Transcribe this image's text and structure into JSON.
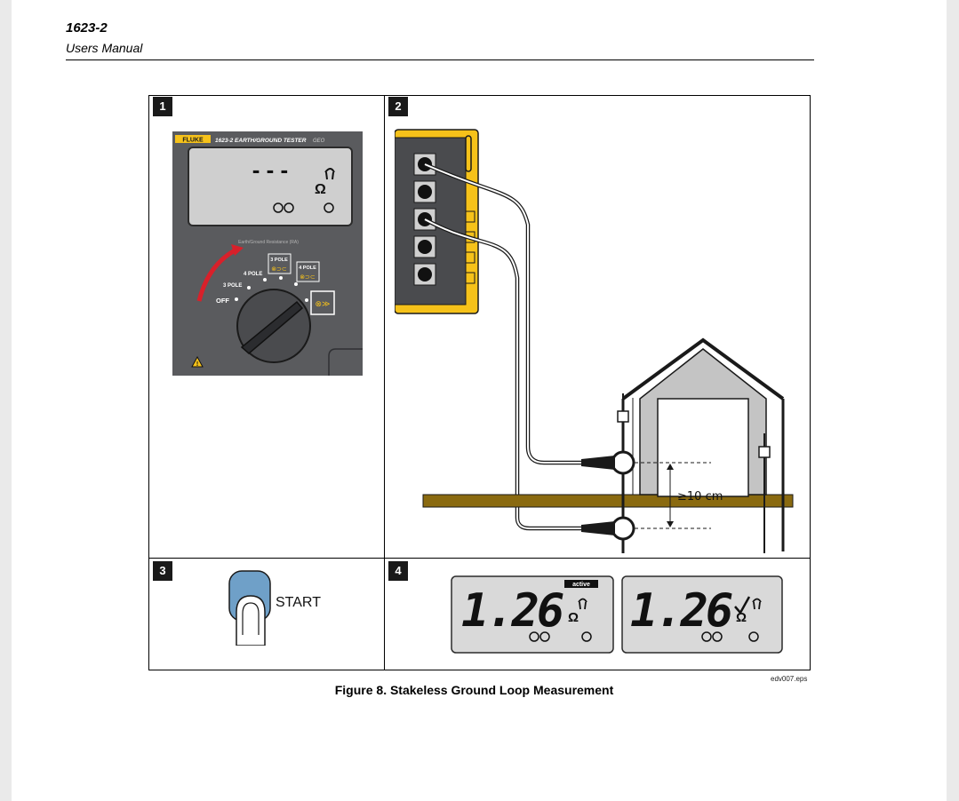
{
  "header": {
    "model": "1623-2",
    "subtitle": "Users Manual"
  },
  "figure": {
    "panels": [
      "1",
      "2",
      "3",
      "4"
    ],
    "caption": "Figure 8. Stakeless Ground Loop Measurement",
    "file_label": "edv007.eps",
    "tester": {
      "brand": "FLUKE",
      "title": "1623-2 EARTH/GROUND TESTER",
      "title_suffix": "GEO",
      "display_text": "- - -",
      "dial_caption": "Earth/Ground Resistance (RA)",
      "dial_positions": [
        "OFF",
        "3 POLE",
        "4 POLE",
        "3 POLE",
        "4 POLE"
      ],
      "omega": "Ω"
    },
    "distance_label": "≥10 cm",
    "start_label": "START",
    "readings": [
      {
        "value": "1.26",
        "badge": "active"
      },
      {
        "value": "1.26",
        "badge": ""
      }
    ]
  },
  "colors": {
    "fluke_yellow": "#f6c21a",
    "ground": "#8a6a10",
    "panel_gray": "#5a5b5e",
    "lcd_gray": "#d9d9d9",
    "red_arrow": "#d8202a"
  }
}
